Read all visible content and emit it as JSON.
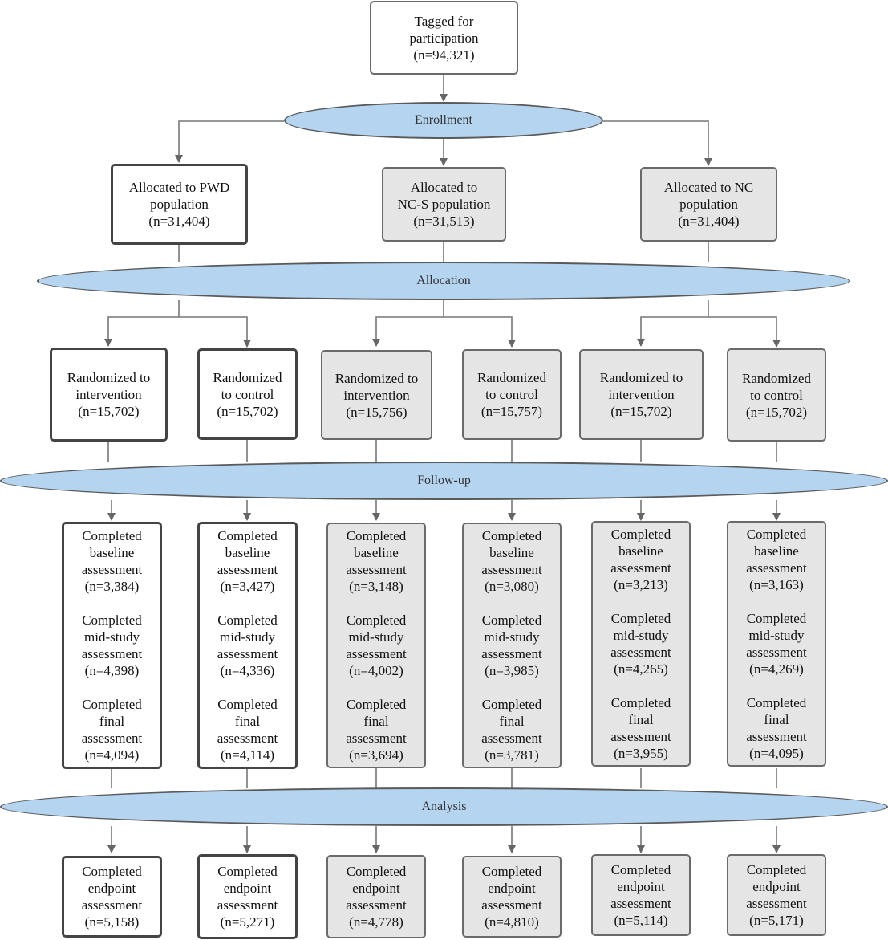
{
  "colors": {
    "band_fill": "#b4d4ef",
    "grey_box_fill": "#e5e5e5",
    "connector": "#777777"
  },
  "top": {
    "lines": [
      "Tagged for",
      "participation",
      "(n=94,321)"
    ]
  },
  "bands": {
    "enrollment": "Enrollment",
    "allocation": "Allocation",
    "followup": "Follow-up",
    "analysis": "Analysis"
  },
  "populations": [
    {
      "lines": [
        "Allocated to PWD",
        "population",
        "(n=31,404)"
      ]
    },
    {
      "lines": [
        "Allocated to",
        "NC-S population",
        "(n=31,513)"
      ]
    },
    {
      "lines": [
        "Allocated to NC",
        "population",
        "(n=31,404)"
      ]
    }
  ],
  "arms": [
    {
      "lines": [
        "Randomized to",
        "intervention",
        "(n=15,702)"
      ]
    },
    {
      "lines": [
        "Randomized",
        "to control",
        "(n=15,702)"
      ]
    },
    {
      "lines": [
        "Randomized to",
        "intervention",
        "(n=15,756)"
      ]
    },
    {
      "lines": [
        "Randomized",
        "to control",
        "(n=15,757)"
      ]
    },
    {
      "lines": [
        "Randomized to",
        "intervention",
        "(n=15,702)"
      ]
    },
    {
      "lines": [
        "Randomized",
        "to control",
        "(n=15,702)"
      ]
    }
  ],
  "assessments": [
    {
      "groups": [
        [
          "Completed",
          "baseline",
          "assessment",
          "(n=3,384)"
        ],
        [
          "Completed",
          "mid-study",
          "assessment",
          "(n=4,398)"
        ],
        [
          "Completed",
          "final",
          "assessment",
          "(n=4,094)"
        ]
      ]
    },
    {
      "groups": [
        [
          "Completed",
          "baseline",
          "assessment",
          "(n=3,427)"
        ],
        [
          "Completed",
          "mid-study",
          "assessment",
          "(n=4,336)"
        ],
        [
          "Completed",
          "final",
          "assessment",
          "(n=4,114)"
        ]
      ]
    },
    {
      "groups": [
        [
          "Completed",
          "baseline",
          "assessment",
          "(n=3,148)"
        ],
        [
          "Completed",
          "mid-study",
          "assessment",
          "(n=4,002)"
        ],
        [
          "Completed",
          "final",
          "assessment",
          "(n=3,694)"
        ]
      ]
    },
    {
      "groups": [
        [
          "Completed",
          "baseline",
          "assessment",
          "(n=3,080)"
        ],
        [
          "Completed",
          "mid-study",
          "assessment",
          "(n=3,985)"
        ],
        [
          "Completed",
          "final",
          "assessment",
          "(n=3,781)"
        ]
      ]
    },
    {
      "groups": [
        [
          "Completed",
          "baseline",
          "assessment",
          "(n=3,213)"
        ],
        [
          "Completed",
          "mid-study",
          "assessment",
          "(n=4,265)"
        ],
        [
          "Completed",
          "final",
          "assessment",
          "(n=3,955)"
        ]
      ]
    },
    {
      "groups": [
        [
          "Completed",
          "baseline",
          "assessment",
          "(n=3,163)"
        ],
        [
          "Completed",
          "mid-study",
          "assessment",
          "(n=4,269)"
        ],
        [
          "Completed",
          "final",
          "assessment",
          "(n=4,095)"
        ]
      ]
    }
  ],
  "endpoints": [
    {
      "lines": [
        "Completed",
        "endpoint",
        "assessment",
        "(n=5,158)"
      ]
    },
    {
      "lines": [
        "Completed",
        "endpoint",
        "assessment",
        "(n=5,271)"
      ]
    },
    {
      "lines": [
        "Completed",
        "endpoint",
        "assessment",
        "(n=4,778)"
      ]
    },
    {
      "lines": [
        "Completed",
        "endpoint",
        "assessment",
        "(n=4,810)"
      ]
    },
    {
      "lines": [
        "Completed",
        "endpoint",
        "assessment",
        "(n=5,114)"
      ]
    },
    {
      "lines": [
        "Completed",
        "endpoint",
        "assessment",
        "(n=5,171)"
      ]
    }
  ]
}
